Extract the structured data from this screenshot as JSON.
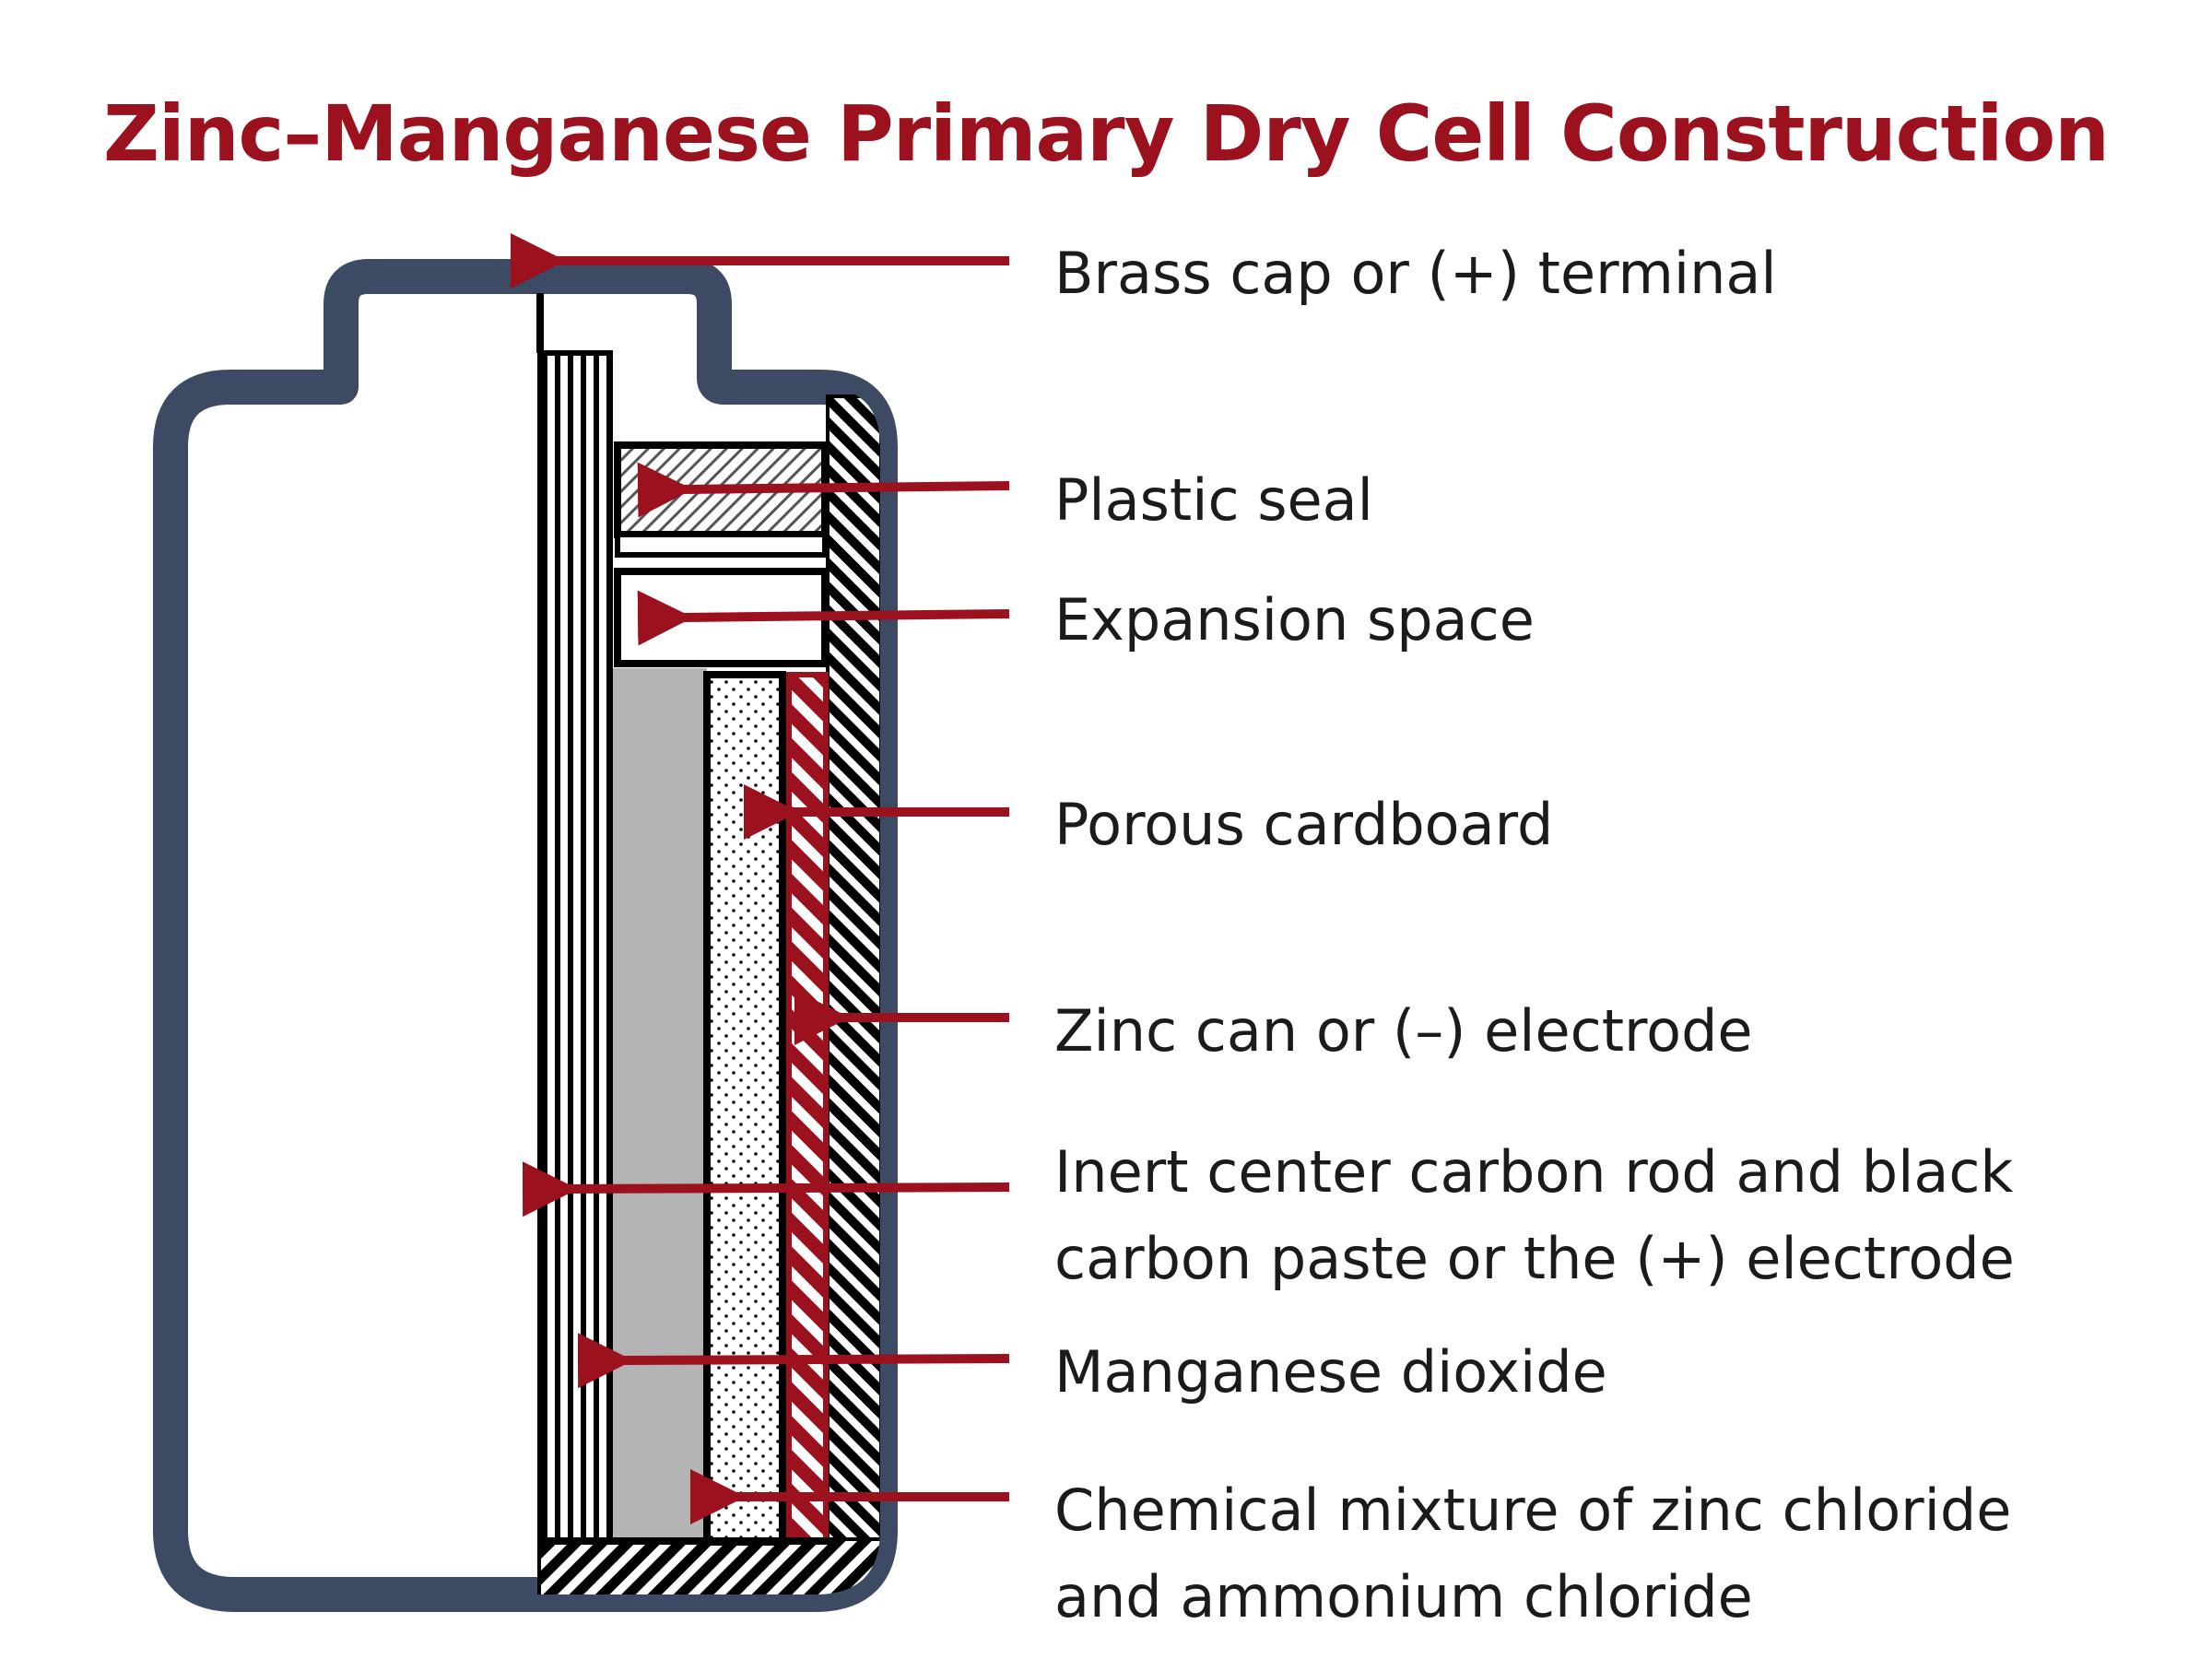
{
  "title": "Zinc–Manganese Primary Dry Cell Construction",
  "colors": {
    "title": "#9b111e",
    "arrow": "#9b111e",
    "outline": "#3d4a63",
    "manganese_dioxide": "#b4b4b4",
    "ink": "#000000",
    "text": "#1b1b1b"
  },
  "labels": {
    "brass_cap": [
      "Brass cap or (+) terminal"
    ],
    "plastic_seal": [
      "Plastic seal"
    ],
    "expansion_space": [
      "Expansion space"
    ],
    "porous_cardboard": [
      "Porous cardboard"
    ],
    "zinc_can": [
      "Zinc can or (–) electrode"
    ],
    "carbon_rod": [
      "Inert center carbon rod and black",
      "carbon paste or the (+) electrode"
    ],
    "manganese_dioxide": [
      "Manganese dioxide"
    ],
    "chemical_mixture": [
      "Chemical mixture of zinc chloride",
      "and ammonium chloride"
    ]
  }
}
